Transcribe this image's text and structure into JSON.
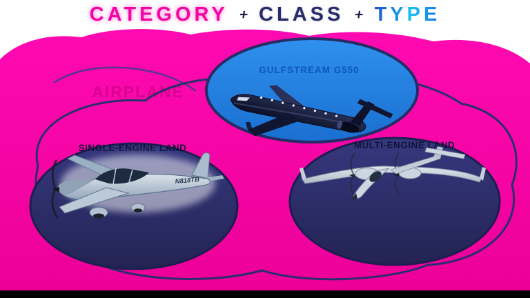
{
  "header": {
    "category_label": "CATEGORY",
    "separator_1": "+",
    "class_label": "CLASS",
    "separator_2": "+",
    "type_label": "TYPE"
  },
  "diagram": {
    "category_cloud": {
      "label": "AIRPLANE"
    },
    "type_cloud": {
      "label": "GULFSTREAM G550",
      "aircraft": "business-jet"
    },
    "class_cloud_single": {
      "label": "SINGLE-ENGINE LAND",
      "aircraft": "piston-single",
      "registration": "N818TB"
    },
    "class_cloud_multi": {
      "label": "MULTI-ENGINE LAND",
      "aircraft": "piston-twin"
    }
  },
  "colors": {
    "category_pink": "#f5029f",
    "class_navy": "#2b2d6e",
    "type_blue": "#1f7edb",
    "background": "#ffffff",
    "bottom_bar": "#000000"
  }
}
